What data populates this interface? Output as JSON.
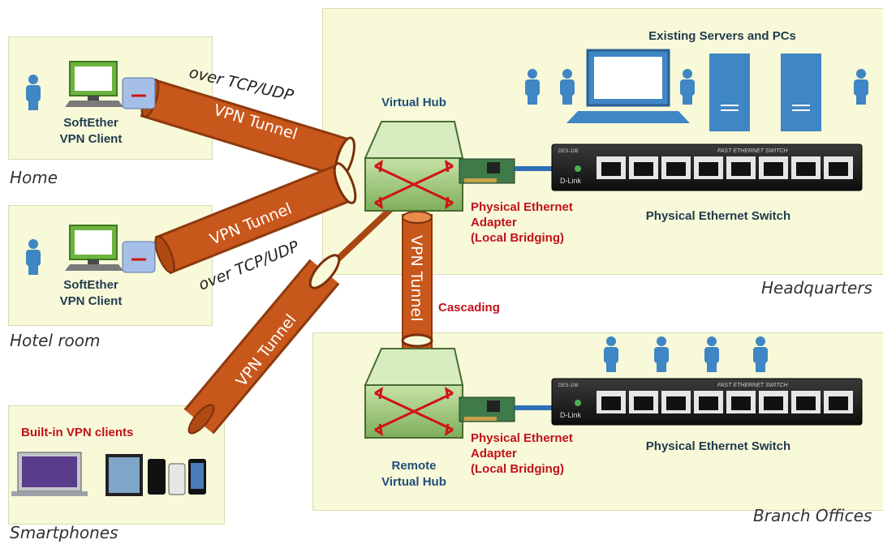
{
  "sites": {
    "home": "Home",
    "hotel": "Hotel room",
    "smartphones": "Smartphones",
    "headquarters": "Headquarters",
    "branch": "Branch Offices"
  },
  "clients": {
    "home_client": "SoftEther\nVPN Client",
    "hotel_client": "SoftEther\nVPN Client",
    "builtin": "Built-in VPN clients"
  },
  "tunnels": {
    "home_tunnel": "VPN Tunnel",
    "hotel_tunnel": "VPN Tunnel",
    "phone_tunnel": "VPN Tunnel",
    "cascade_tunnel": "VPN Tunnel",
    "over_top": "over TCP/UDP",
    "over_bottom": "over TCP/UDP"
  },
  "hq": {
    "virtual_hub": "Virtual Hub",
    "servers": "Existing Servers and PCs",
    "adapter": "Physical Ethernet\nAdapter\n(Local Bridging)",
    "switch": "Physical Ethernet Switch",
    "cascading": "Cascading"
  },
  "branch": {
    "remote_hub": "Remote\nVirtual Hub",
    "adapter": "Physical Ethernet\nAdapter\n(Local Bridging)",
    "switch": "Physical Ethernet Switch"
  },
  "device_text": {
    "switch_brand": "D-Link",
    "switch_title": "FAST ETHERNET SWITCH",
    "switch_model": "DES-108"
  },
  "colors": {
    "panel": "#f8f9d9",
    "tunnel": "#c8571c",
    "hub": "#9bc47a",
    "red": "#c0121b",
    "person": "#3f86c4"
  }
}
